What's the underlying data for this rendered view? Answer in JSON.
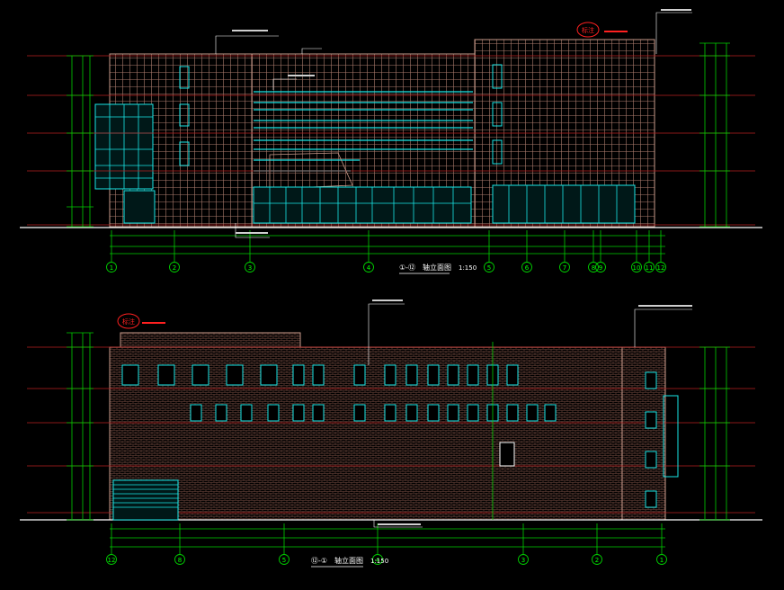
{
  "drawing": {
    "colors": {
      "background": "#000000",
      "brick": "#8a5a50",
      "facade_grid": "#c79a8a",
      "dim_green": "#00d000",
      "glass_cyan": "#19e6e6",
      "level_red": "#b82020",
      "annotation_white": "#ffffff",
      "leader_yellow": "#e0e000",
      "callout_red": "#ff2020"
    },
    "top_elevation": {
      "title_numbers": "①-⑫",
      "title_suffix": "轴立面图",
      "scale": "1:150",
      "axes": [
        "1",
        "2",
        "3",
        "4",
        "5",
        "6",
        "7",
        "8",
        "9",
        "10",
        "11",
        "12"
      ],
      "callout": "标注"
    },
    "bottom_elevation": {
      "title_numbers": "⑫-①",
      "title_suffix": "轴立面图",
      "scale": "1:150",
      "axes": [
        "12",
        "8",
        "5",
        "4",
        "3",
        "2",
        "1"
      ],
      "callout": "标注"
    }
  }
}
